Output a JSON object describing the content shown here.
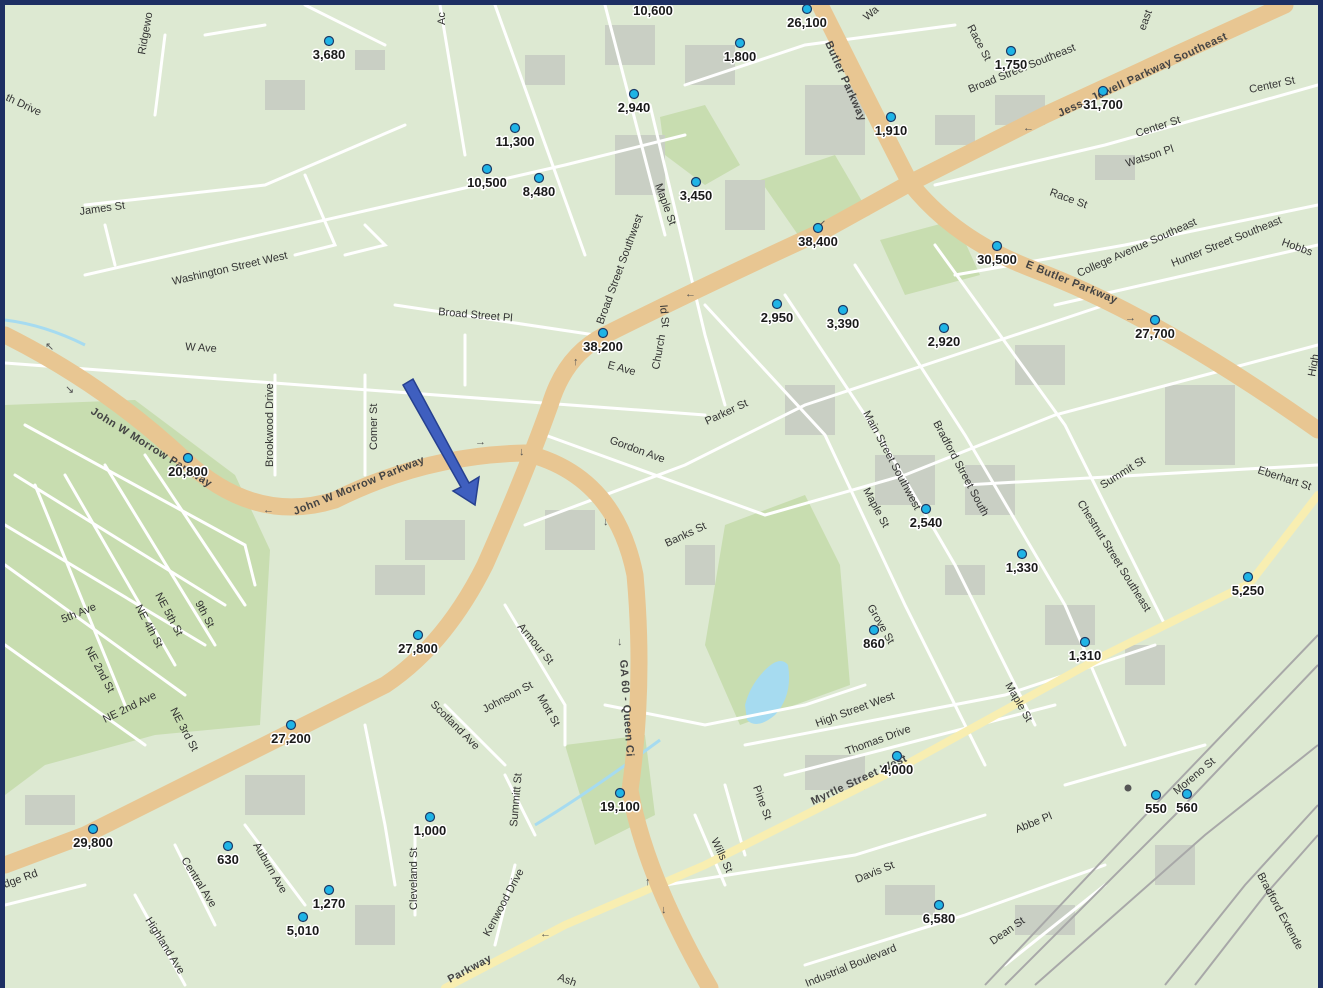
{
  "map": {
    "colors": {
      "frame": "#1d2f63",
      "land": "#dde9d2",
      "park": "#c8ddb0",
      "building": "#c9cfc4",
      "street": "#ffffff",
      "highway": "#e8c692",
      "arterial": "#f8eeb1",
      "water": "#a6dbf0",
      "rail": "#a8a8a8",
      "marker": "#1fb4e6",
      "arrow": "#3f5fbf"
    },
    "highways": [
      {
        "id": "john-w-morrow-parkway",
        "label": "John W Morrow Parkway"
      },
      {
        "id": "ga-60-queen-city",
        "label": "GA 60 - Queen Ci"
      },
      {
        "id": "jesse-jewell-parkway",
        "label": "Jesse Jewell Parkway Southeast"
      },
      {
        "id": "butler-parkway",
        "label": "Butler Parkway"
      },
      {
        "id": "e-butler-parkway",
        "label": "E Butler Parkway"
      },
      {
        "id": "myrtle-street-west",
        "label": "Myrtle Street West"
      }
    ],
    "street_labels": [
      {
        "id": "ridgewood",
        "text": "Ridgewo"
      },
      {
        "id": "th-drive",
        "text": "th Drive"
      },
      {
        "id": "james-st",
        "text": "James St"
      },
      {
        "id": "washington-st-w",
        "text": "Washington Street West"
      },
      {
        "id": "w-ave",
        "text": "W Ave"
      },
      {
        "id": "broad-street-pl",
        "text": "Broad Street Pl"
      },
      {
        "id": "brookwood-drive",
        "text": "Brookwood Drive"
      },
      {
        "id": "comer-st",
        "text": "Comer St"
      },
      {
        "id": "academy-st",
        "text": "Academy St"
      },
      {
        "id": "maple-st-n",
        "text": "Maple St"
      },
      {
        "id": "broad-street-sw",
        "text": "Broad Street Southwest"
      },
      {
        "id": "id-st",
        "text": "Id St"
      },
      {
        "id": "church",
        "text": "Church"
      },
      {
        "id": "e-ave",
        "text": "E Ave"
      },
      {
        "id": "parker-st",
        "text": "Parker St"
      },
      {
        "id": "gordon-ave",
        "text": "Gordon Ave"
      },
      {
        "id": "banks-st",
        "text": "Banks St"
      },
      {
        "id": "main-street-sw",
        "text": "Main Street Southwest"
      },
      {
        "id": "maple-st-mid",
        "text": "Maple St"
      },
      {
        "id": "bradford-street-south",
        "text": "Bradford Street South"
      },
      {
        "id": "chestnut-street-se",
        "text": "Chestnut Street Southeast"
      },
      {
        "id": "summit-st",
        "text": "Summit St"
      },
      {
        "id": "eberhart-st",
        "text": "Eberhart St"
      },
      {
        "id": "race-st-top",
        "text": "Race St"
      },
      {
        "id": "broad-street-se",
        "text": "Broad Street Southeast"
      },
      {
        "id": "center-st-1",
        "text": "Center St"
      },
      {
        "id": "center-st-2",
        "text": "Center St"
      },
      {
        "id": "watson-pl",
        "text": "Watson Pl"
      },
      {
        "id": "race-st",
        "text": "Race St"
      },
      {
        "id": "college-ave-se",
        "text": "College Avenue Southeast"
      },
      {
        "id": "hunter-street-se",
        "text": "Hunter Street Southeast"
      },
      {
        "id": "hobbs",
        "text": "Hobbs"
      },
      {
        "id": "wa",
        "text": "Wa"
      },
      {
        "id": "east",
        "text": "east"
      },
      {
        "id": "high",
        "text": "High"
      },
      {
        "id": "5th-ave",
        "text": "5th Ave"
      },
      {
        "id": "ne-5th-st",
        "text": "NE 5th St"
      },
      {
        "id": "ne-4th-st",
        "text": "NE 4th St"
      },
      {
        "id": "9th-st",
        "text": "9th St"
      },
      {
        "id": "ne-2nd-st",
        "text": "NE 2nd St"
      },
      {
        "id": "ne-2nd-ave",
        "text": "NE 2nd Ave"
      },
      {
        "id": "ne-3rd-st",
        "text": "NE 3rd St"
      },
      {
        "id": "armour-st",
        "text": "Armour St"
      },
      {
        "id": "johnson-st",
        "text": "Johnson St"
      },
      {
        "id": "mott-st",
        "text": "Mott St"
      },
      {
        "id": "scotland-ave",
        "text": "Scotland Ave"
      },
      {
        "id": "summitt-st",
        "text": "Summitt St"
      },
      {
        "id": "kenwood-drive",
        "text": "Kenwood Drive"
      },
      {
        "id": "cleveland-st",
        "text": "Cleveland St"
      },
      {
        "id": "auburn-ave",
        "text": "Auburn Ave"
      },
      {
        "id": "central-ave",
        "text": "Central Ave"
      },
      {
        "id": "highland-ave",
        "text": "Highland Ave"
      },
      {
        "id": "dge-rd",
        "text": "dge Rd"
      },
      {
        "id": "grove-st",
        "text": "Grove St"
      },
      {
        "id": "high-street-w",
        "text": "High Street West"
      },
      {
        "id": "thomas-drive",
        "text": "Thomas Drive"
      },
      {
        "id": "pine-st",
        "text": "Pine St"
      },
      {
        "id": "wills-st",
        "text": "Wills St"
      },
      {
        "id": "davis-st",
        "text": "Davis St"
      },
      {
        "id": "abbe-pl",
        "text": "Abbe Pl"
      },
      {
        "id": "maple-st-s",
        "text": "Maple St"
      },
      {
        "id": "moreno-st",
        "text": "Moreno St"
      },
      {
        "id": "dean-st",
        "text": "Dean St"
      },
      {
        "id": "industrial-blvd",
        "text": "Industrial Boulevard"
      },
      {
        "id": "bradford-extended",
        "text": "Bradford Extende"
      },
      {
        "id": "ash",
        "text": "Ash"
      },
      {
        "id": "parkway",
        "text": "Parkway"
      }
    ],
    "traffic_counts": [
      {
        "id": "c-3680",
        "value": "3,680"
      },
      {
        "id": "c-10600",
        "value": "10,600"
      },
      {
        "id": "c-26100",
        "value": "26,100"
      },
      {
        "id": "c-1800",
        "value": "1,800"
      },
      {
        "id": "c-1750",
        "value": "1,750"
      },
      {
        "id": "c-31700",
        "value": "31,700"
      },
      {
        "id": "c-2940",
        "value": "2,940"
      },
      {
        "id": "c-11300",
        "value": "11,300"
      },
      {
        "id": "c-1910",
        "value": "1,910"
      },
      {
        "id": "c-10500",
        "value": "10,500"
      },
      {
        "id": "c-8480",
        "value": "8,480"
      },
      {
        "id": "c-3450",
        "value": "3,450"
      },
      {
        "id": "c-38400",
        "value": "38,400"
      },
      {
        "id": "c-30500",
        "value": "30,500"
      },
      {
        "id": "c-2950",
        "value": "2,950"
      },
      {
        "id": "c-3390",
        "value": "3,390"
      },
      {
        "id": "c-2920",
        "value": "2,920"
      },
      {
        "id": "c-27700",
        "value": "27,700"
      },
      {
        "id": "c-38200",
        "value": "38,200"
      },
      {
        "id": "c-20800",
        "value": "20,800"
      },
      {
        "id": "c-2540",
        "value": "2,540"
      },
      {
        "id": "c-1330",
        "value": "1,330"
      },
      {
        "id": "c-5250",
        "value": "5,250"
      },
      {
        "id": "c-27800",
        "value": "27,800"
      },
      {
        "id": "c-860",
        "value": "860"
      },
      {
        "id": "c-1310",
        "value": "1,310"
      },
      {
        "id": "c-27200",
        "value": "27,200"
      },
      {
        "id": "c-4000",
        "value": "4,000"
      },
      {
        "id": "c-19100",
        "value": "19,100"
      },
      {
        "id": "c-550",
        "value": "550"
      },
      {
        "id": "c-560",
        "value": "560"
      },
      {
        "id": "c-1000",
        "value": "1,000"
      },
      {
        "id": "c-29800",
        "value": "29,800"
      },
      {
        "id": "c-630",
        "value": "630"
      },
      {
        "id": "c-1270",
        "value": "1,270"
      },
      {
        "id": "c-5010",
        "value": "5,010"
      },
      {
        "id": "c-6580",
        "value": "6,580"
      }
    ]
  }
}
